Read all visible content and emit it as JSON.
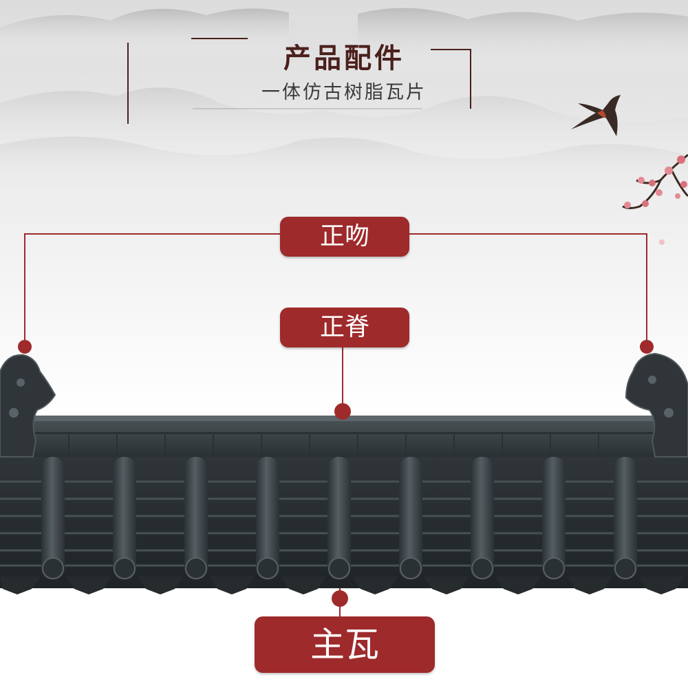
{
  "title": {
    "main": "产品配件",
    "sub": "一体仿古树脂瓦片"
  },
  "labels": {
    "ridge_end": "正吻",
    "ridge": "正脊",
    "main_tile": "主瓦"
  },
  "colors": {
    "accent": "#9e2a2b",
    "title_text": "#4a1f1c",
    "tile": "#3b4245",
    "tile_dark": "#23292b"
  }
}
